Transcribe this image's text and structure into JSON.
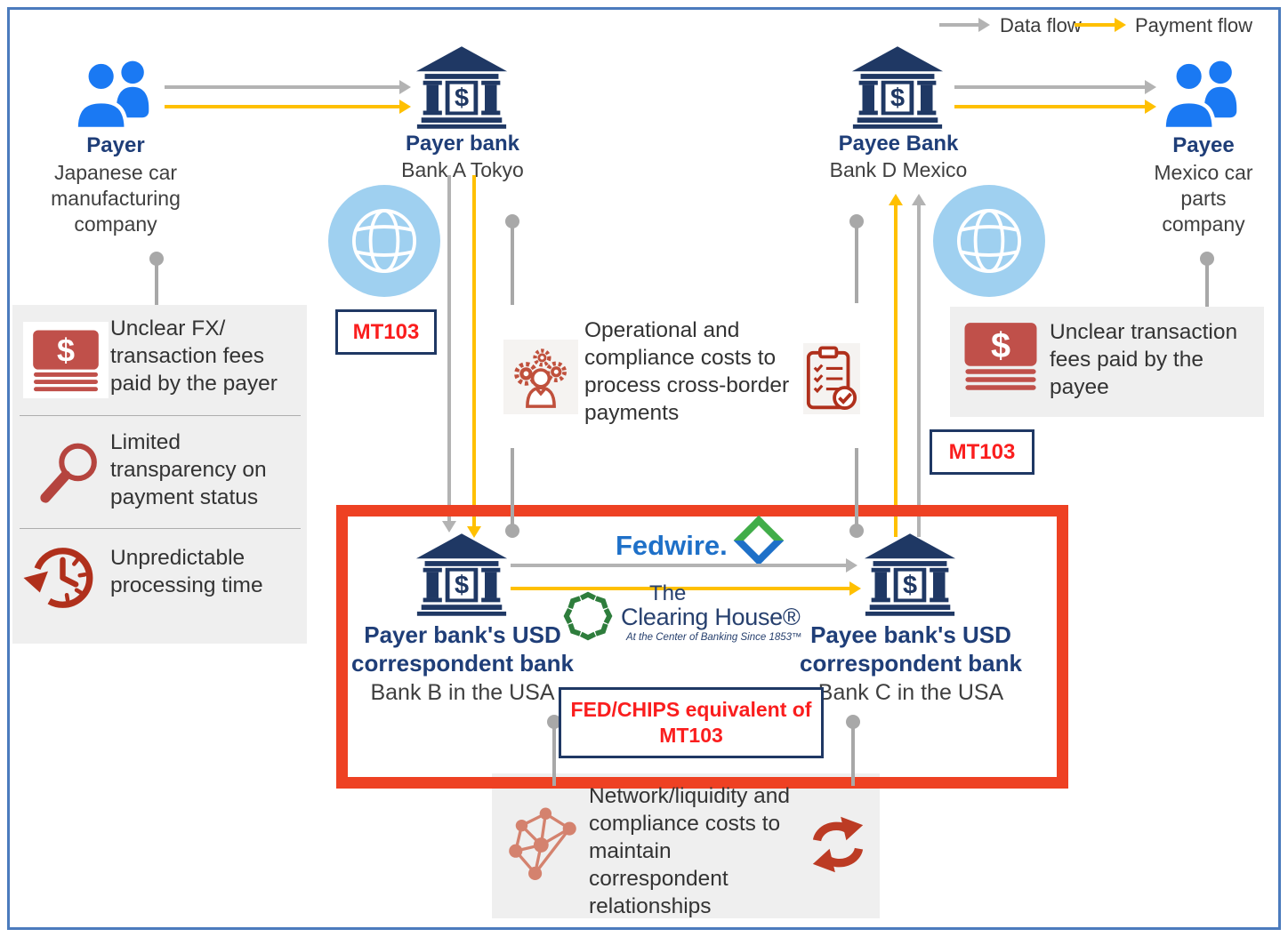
{
  "legend": {
    "data_flow": "Data flow",
    "payment_flow": "Payment flow"
  },
  "actors": {
    "payer": {
      "name": "Payer",
      "desc": "Japanese car manufacturing company"
    },
    "payer_bank": {
      "name": "Payer bank",
      "desc": "Bank A Tokyo"
    },
    "payee_bank": {
      "name": "Payee Bank",
      "desc": "Bank D Mexico"
    },
    "payee": {
      "name": "Payee",
      "desc": "Mexico car parts company"
    }
  },
  "message_labels": {
    "mt103_outbound": "MT103",
    "mt103_inbound": "MT103",
    "fed_chips": "FED/CHIPS equivalent of MT103"
  },
  "left_panel": {
    "items": [
      {
        "icon": "money-icon",
        "text": "Unclear FX/ transaction fees paid by the payer"
      },
      {
        "icon": "magnifier-icon",
        "text": "Limited transparency on payment status"
      },
      {
        "icon": "clock-icon",
        "text": "Unpredictable processing time"
      }
    ]
  },
  "middle_note": {
    "text": "Operational and compliance costs to process cross-border payments"
  },
  "right_panel": {
    "text": "Unclear transaction fees paid by the payee"
  },
  "bottom_panel": {
    "text": "Network/liquidity and compliance costs to maintain correspondent relationships"
  },
  "correspondent_box": {
    "payer_side": {
      "name": "Payer bank's USD correspondent bank",
      "desc": "Bank B in the USA"
    },
    "payee_side": {
      "name": "Payee bank's USD correspondent bank",
      "desc": "Bank C in the USA"
    },
    "fedwire_logo": "Fedwire.",
    "clearing_house": {
      "line1": "The",
      "line2": "Clearing House®",
      "tagline": "At the Center of Banking Since 1853™"
    }
  },
  "colors": {
    "data_flow_gray": "#b3b3b3",
    "payment_flow_yellow": "#ffc000",
    "navy": "#1f3864",
    "highlight_border_red": "#ee4123",
    "message_text_red": "#fa1e1e",
    "panel_bg": "#efefef",
    "people_blue": "#1a79f3",
    "globe_blue": "#9fd0f0",
    "pain_icon_red": "#b5443e",
    "fedwire_blue": "#1e70c8",
    "clearing_house_green": "#2e7d3c"
  }
}
